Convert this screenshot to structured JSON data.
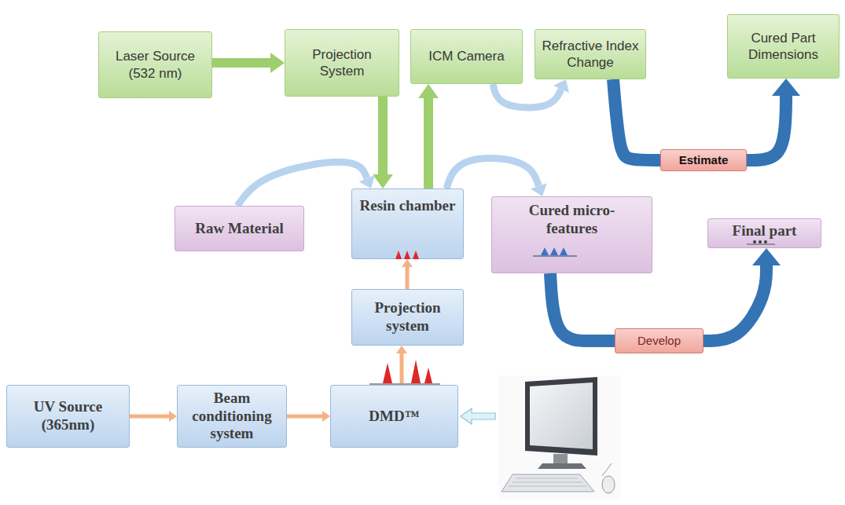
{
  "diagram": {
    "nodes": [
      {
        "text": [
          "Laser Source (532 nm)"
        ]
      },
      {
        "text": [
          "Projection System"
        ]
      },
      {
        "text": [
          "ICM Camera"
        ]
      },
      {
        "text": [
          "Refractive Index Change"
        ]
      },
      {
        "text": [
          "Cured Part Dimensions"
        ]
      },
      {
        "text": [
          "Estimate"
        ]
      },
      {
        "text": [
          "Raw Material"
        ]
      },
      {
        "text": [
          "Resin chamber"
        ]
      },
      {
        "text": [
          "Cured micro-features"
        ]
      },
      {
        "text": [
          "Final part"
        ]
      },
      {
        "text": [
          "Develop"
        ]
      },
      {
        "text": [
          "Projection system"
        ]
      },
      {
        "text": [
          "UV Source (365nm)"
        ]
      },
      {
        "text": [
          "Beam conditioning system"
        ]
      },
      {
        "text": [
          "DMD™"
        ]
      }
    ],
    "edges": [
      {
        "from": 0,
        "to": 1,
        "arrow": "to"
      },
      {
        "from": 1,
        "to": 7,
        "arrow": "to"
      },
      {
        "from": 7,
        "to": 2,
        "arrow": "to"
      },
      {
        "from": 2,
        "to": 3,
        "arrow": "to"
      },
      {
        "from": 3,
        "to": 5,
        "arrow": "none"
      },
      {
        "from": 5,
        "to": 4,
        "arrow": "to"
      },
      {
        "from": 6,
        "to": 7,
        "arrow": "to"
      },
      {
        "from": 7,
        "to": 8,
        "arrow": "to"
      },
      {
        "from": 8,
        "to": 10,
        "arrow": "none"
      },
      {
        "from": 10,
        "to": 9,
        "arrow": "to"
      },
      {
        "from": 11,
        "to": 7,
        "arrow": "to"
      },
      {
        "from": 14,
        "to": 11,
        "arrow": "to"
      },
      {
        "from": 12,
        "to": 13,
        "arrow": "to"
      },
      {
        "from": 13,
        "to": 14,
        "arrow": "to"
      }
    ]
  }
}
